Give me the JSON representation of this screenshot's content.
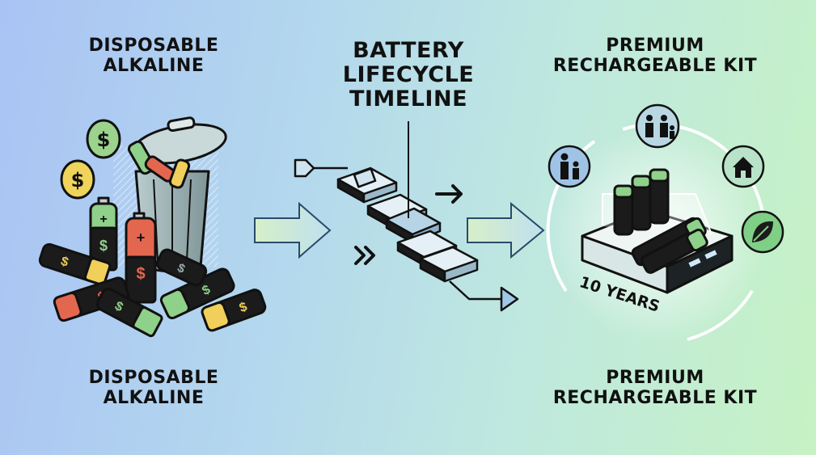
{
  "left_panel": {
    "caption_top": [
      "DISPOSABLE",
      "ALKALINE"
    ],
    "caption_bottom": [
      "DISPOSABLE",
      "ALKALINE"
    ]
  },
  "center_panel": {
    "title": [
      "BATTERY",
      "LIFECYCLE",
      "TIMELINE"
    ]
  },
  "right_panel": {
    "caption_top": [
      "PREMIUM",
      "RECHARGEABLE KIT"
    ],
    "caption_bottom": [
      "PREMIUM",
      "RECHARGEABLE KIT"
    ],
    "ring_label": "10 YEARS",
    "icons": [
      "family-icon",
      "parent-child-icon",
      "home-icon",
      "leaf-icon"
    ]
  },
  "colors": {
    "outline": "#111111",
    "battery_green": "#8fd08a",
    "battery_red": "#e3674f",
    "battery_yellow": "#f0cf5a",
    "coin_green": "#9bd38d",
    "coin_yellow": "#efd35b",
    "bin_grey": "#9aaeb0",
    "arrow_fill": "#c9e8c9",
    "timeline_blocks": "#cfe4ef"
  }
}
